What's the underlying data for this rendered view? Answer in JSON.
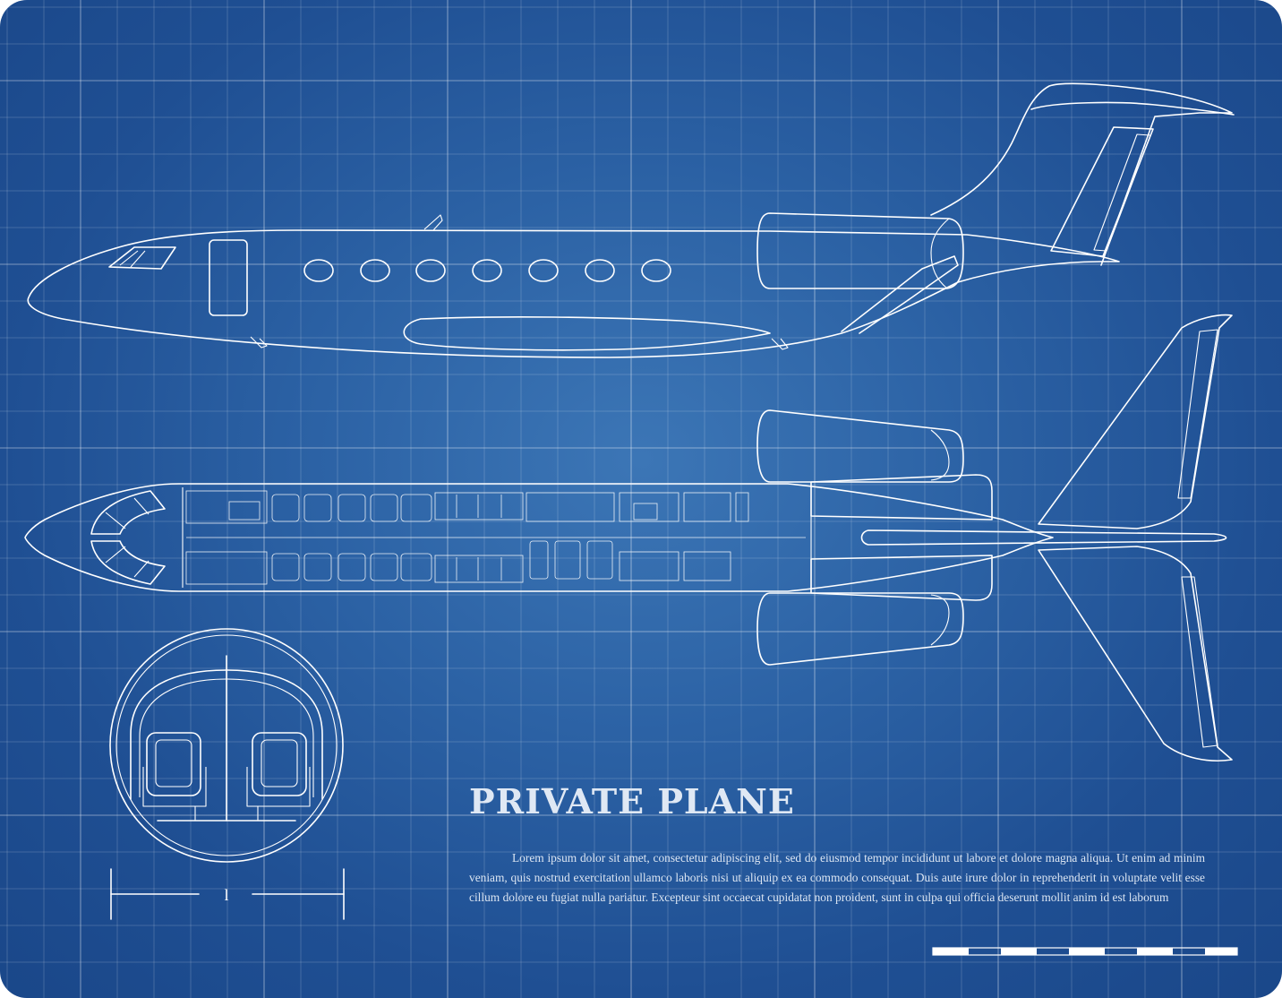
{
  "title": "PRIVATE PLANE",
  "description": "Lorem ipsum dolor sit amet, consectetur adipiscing elit, sed do eiusmod tempor incididunt ut labore et dolore magna aliqua. Ut enim ad minim veniam, quis nostrud exercitation ullamco laboris nisi ut aliquip ex ea commodo consequat. Duis aute irure dolor in reprehenderit in voluptate velit esse cillum dolore eu fugiat nulla pariatur. Excepteur sint occaecat cupidatat non proident, sunt in culpa qui officia deserunt mollit anim id est laborum",
  "dimension_label": "l",
  "colors": {
    "background": "#2b61a4",
    "background_center": "#3c76b6",
    "line": "#ffffff",
    "text": "#dbe5f2"
  }
}
